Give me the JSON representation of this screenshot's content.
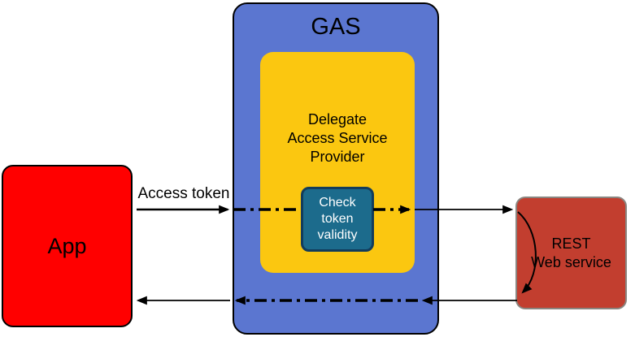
{
  "diagram": {
    "nodes": {
      "app": {
        "label": "App",
        "fill": "#ff0000",
        "border": "#000000"
      },
      "gas": {
        "label": "GAS",
        "fill": "#5b76d0",
        "border": "#000000"
      },
      "delegate": {
        "lines": [
          "Delegate",
          "Access Service",
          "Provider"
        ],
        "fill": "#fbc710"
      },
      "check": {
        "lines": [
          "Check",
          "token",
          "validity"
        ],
        "fill": "#1c6b8c",
        "border": "#123c5c",
        "text_color": "#ffffff"
      },
      "rest": {
        "lines": [
          "REST",
          "Web service"
        ],
        "fill": "#c23e2f",
        "border": "#8a8580"
      }
    },
    "edges": {
      "access_token": {
        "label": "Access token",
        "from": "App",
        "to": "GAS"
      },
      "arrow_color": "#000000",
      "styles": [
        "solid outside GAS",
        "dash-dot inside GAS",
        "curved return inside REST Web service"
      ]
    }
  }
}
